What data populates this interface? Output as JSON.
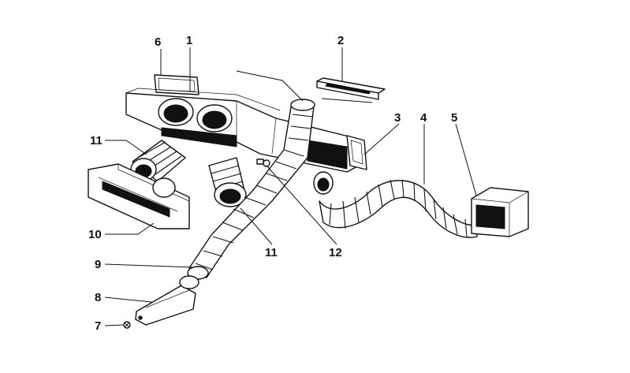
{
  "callouts": [
    {
      "id": "1",
      "text": "1"
    },
    {
      "id": "2",
      "text": "2"
    },
    {
      "id": "3",
      "text": "3"
    },
    {
      "id": "4",
      "text": "4"
    },
    {
      "id": "5",
      "text": "5"
    },
    {
      "id": "6",
      "text": "6"
    },
    {
      "id": "7",
      "text": "7"
    },
    {
      "id": "8",
      "text": "8"
    },
    {
      "id": "9",
      "text": "9"
    },
    {
      "id": "10",
      "text": "10"
    },
    {
      "id": "11a",
      "text": "11"
    },
    {
      "id": "11b",
      "text": "11"
    },
    {
      "id": "12",
      "text": "12"
    }
  ]
}
